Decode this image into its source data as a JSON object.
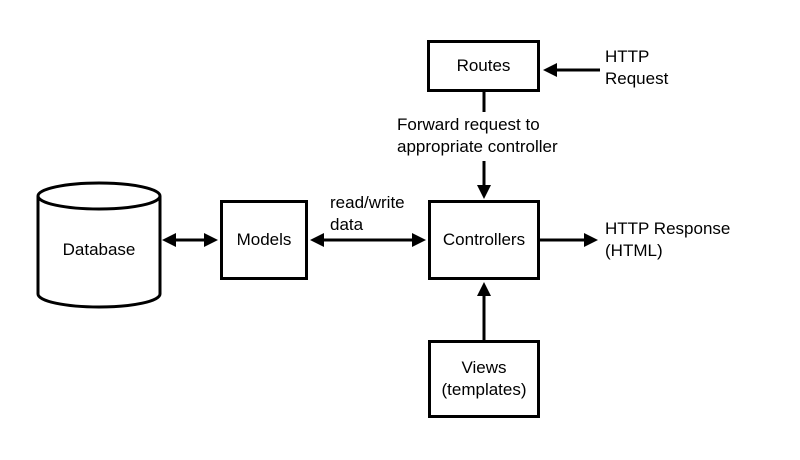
{
  "diagram": {
    "title": "MVC request flow diagram",
    "colors": {
      "background": "#ffffff",
      "stroke": "#000000",
      "text": "#000000"
    },
    "nodes": {
      "routes": {
        "label": "Routes"
      },
      "models": {
        "label": "Models"
      },
      "controllers": {
        "label": "Controllers"
      },
      "views": {
        "label": "Views\n(templates)"
      },
      "database": {
        "label": "Database",
        "shape": "cylinder"
      }
    },
    "annotations": {
      "http_request": "HTTP\nRequest",
      "forward_request": "Forward request to\nappropriate controller",
      "read_write": "read/write\n data",
      "http_response": "HTTP Response\n(HTML)"
    },
    "edges": [
      {
        "from": "http_request_label",
        "to": "routes",
        "direction": "left",
        "arrow": "single"
      },
      {
        "from": "routes",
        "to": "controllers",
        "direction": "down",
        "arrow": "single",
        "label": "forward_request"
      },
      {
        "from": "database",
        "to": "models",
        "direction": "both",
        "arrow": "double"
      },
      {
        "from": "models",
        "to": "controllers",
        "direction": "both",
        "arrow": "double",
        "label": "read_write"
      },
      {
        "from": "controllers",
        "to": "http_response_label",
        "direction": "right",
        "arrow": "single"
      },
      {
        "from": "views",
        "to": "controllers",
        "direction": "up",
        "arrow": "single"
      }
    ]
  }
}
